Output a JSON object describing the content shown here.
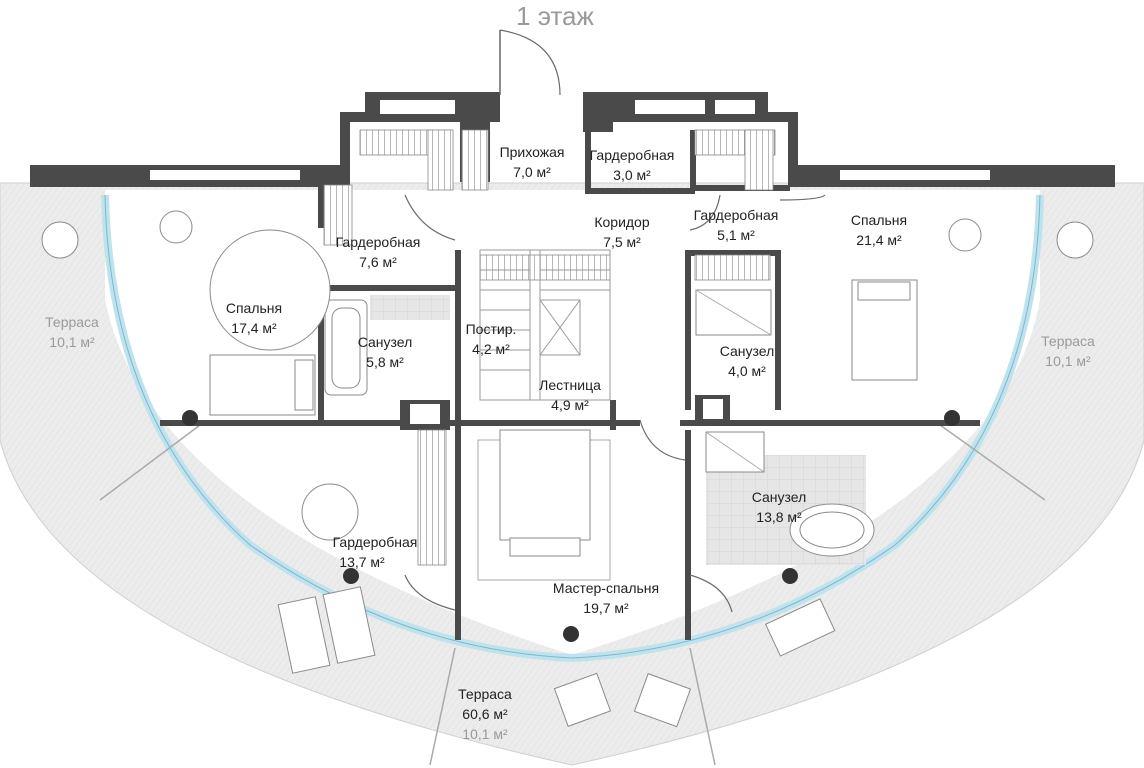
{
  "floor_title": "1 этаж",
  "rooms": {
    "hall": {
      "name": "Прихожая",
      "area": "7,0 м²"
    },
    "wardrobe_small": {
      "name": "Гардеробная",
      "area": "3,0 м²"
    },
    "corridor": {
      "name": "Коридор",
      "area": "7,5 м²"
    },
    "wardrobe_right": {
      "name": "Гардеробная",
      "area": "5,1 м²"
    },
    "bedroom_right": {
      "name": "Спальня",
      "area": "21,4 м²"
    },
    "wardrobe_left": {
      "name": "Гардеробная",
      "area": "7,6 м²"
    },
    "bedroom_left": {
      "name": "Спальня",
      "area": "17,4 м²"
    },
    "bath_left": {
      "name": "Санузел",
      "area": "5,8 м²"
    },
    "laundry": {
      "name": "Постир.",
      "area": "4,2 м²"
    },
    "stairs": {
      "name": "Лестница",
      "area": "4,9 м²"
    },
    "bath_right_small": {
      "name": "Санузел",
      "area": "4,0 м²"
    },
    "bath_master": {
      "name": "Санузел",
      "area": "13,8 м²"
    },
    "wardrobe_master": {
      "name": "Гардеробная",
      "area": "13,7 м²"
    },
    "master_bedroom": {
      "name": "Мастер-спальня",
      "area": "19,7 м²"
    },
    "terrace_main": {
      "name": "Терраса",
      "area": "60,6 м²",
      "sub_area": "10,1 м²"
    },
    "terrace_left": {
      "name": "Терраса",
      "area": "10,1 м²"
    },
    "terrace_right": {
      "name": "Терраса",
      "area": "10,1 м²"
    }
  },
  "colors": {
    "wall": "#4a4a4a",
    "terrace": "#ececec",
    "glass": "#bfe3ee",
    "tile": "#e4e4e4"
  }
}
